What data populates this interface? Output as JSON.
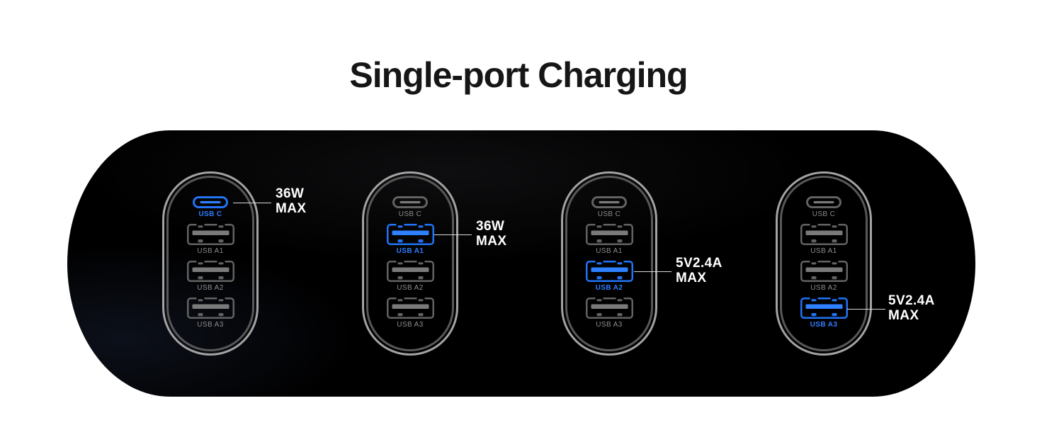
{
  "title": "Single-port Charging",
  "colors": {
    "background": "#ffffff",
    "title_text": "#161616",
    "device_body": "#000000",
    "accent_blue": "#2273f5",
    "accent_blue_bright": "#2e80ff",
    "port_gray": "#626262",
    "port_label_gray": "#8d8d8d",
    "ring_outer": "#a3a3a3",
    "ring_inner": "#585858",
    "callout_text": "#ffffff",
    "callout_line": "#d9d9d9"
  },
  "device": {
    "panels": [
      {
        "highlighted_port": "USB C",
        "callout": {
          "line1": "36W",
          "line2": "MAX"
        },
        "ports": [
          {
            "type": "usb-c",
            "label": "USB C",
            "active": true
          },
          {
            "type": "usb-a",
            "label": "USB A1",
            "active": false
          },
          {
            "type": "usb-a",
            "label": "USB A2",
            "active": false
          },
          {
            "type": "usb-a",
            "label": "USB A3",
            "active": false
          }
        ]
      },
      {
        "highlighted_port": "USB A1",
        "callout": {
          "line1": "36W",
          "line2": "MAX"
        },
        "ports": [
          {
            "type": "usb-c",
            "label": "USB C",
            "active": false
          },
          {
            "type": "usb-a",
            "label": "USB A1",
            "active": true
          },
          {
            "type": "usb-a",
            "label": "USB A2",
            "active": false
          },
          {
            "type": "usb-a",
            "label": "USB A3",
            "active": false
          }
        ]
      },
      {
        "highlighted_port": "USB A2",
        "callout": {
          "line1": "5V2.4A",
          "line2": "MAX"
        },
        "ports": [
          {
            "type": "usb-c",
            "label": "USB C",
            "active": false
          },
          {
            "type": "usb-a",
            "label": "USB A1",
            "active": false
          },
          {
            "type": "usb-a",
            "label": "USB A2",
            "active": true
          },
          {
            "type": "usb-a",
            "label": "USB A3",
            "active": false
          }
        ]
      },
      {
        "highlighted_port": "USB A3",
        "callout": {
          "line1": "5V2.4A",
          "line2": "MAX"
        },
        "ports": [
          {
            "type": "usb-c",
            "label": "USB C",
            "active": false
          },
          {
            "type": "usb-a",
            "label": "USB A1",
            "active": false
          },
          {
            "type": "usb-a",
            "label": "USB A2",
            "active": false
          },
          {
            "type": "usb-a",
            "label": "USB A3",
            "active": true
          }
        ]
      }
    ]
  }
}
